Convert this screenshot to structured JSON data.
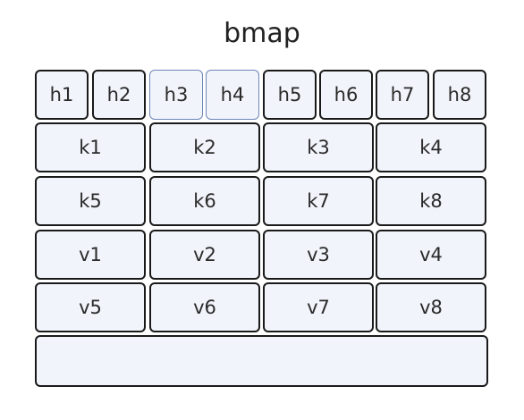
{
  "title": "bmap",
  "hashes": [
    "h1",
    "h2",
    "h3",
    "h4",
    "h5",
    "h6",
    "h7",
    "h8"
  ],
  "keys": [
    "k1",
    "k2",
    "k3",
    "k4",
    "k5",
    "k6",
    "k7",
    "k8"
  ],
  "values": [
    "v1",
    "v2",
    "v3",
    "v4",
    "v5",
    "v6",
    "v7",
    "v8"
  ],
  "overflow_label": "",
  "colors": {
    "cell_fill": "#f1f4fa",
    "border": "#1a1a1a",
    "highlight_border": "#6f86b6"
  }
}
